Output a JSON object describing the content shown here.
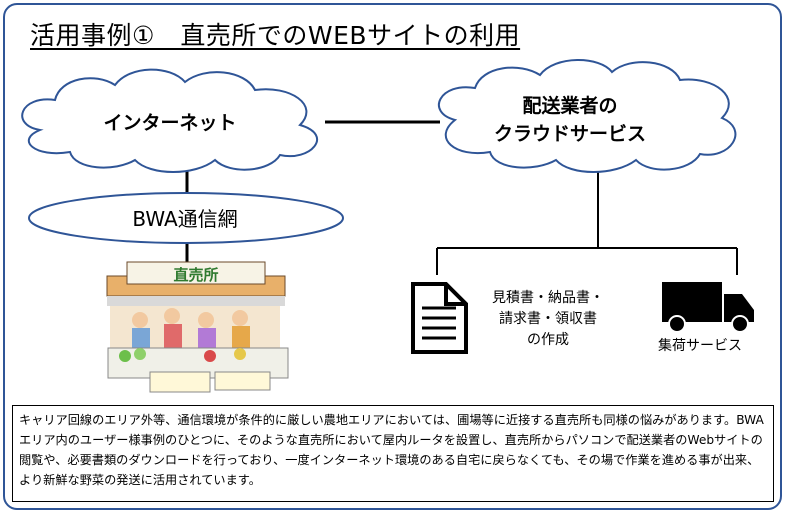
{
  "title": "活用事例①　直売所でのWEBサイトの利用",
  "nodes": {
    "internet": "インターネット",
    "delivery_cloud": "配送業者の\nクラウドサービス",
    "bwa_network": "BWA通信網",
    "shop_sign": "直売所",
    "documents": "見積書・納品書・\n請求書・領収書\nの作成",
    "shipping": "集荷サービス"
  },
  "icons": [
    "cloud-icon",
    "document-icon",
    "truck-icon",
    "shop-illustration"
  ],
  "colors": {
    "frame": "#2f5597",
    "cloud_stroke": "#2f5597",
    "line": "#000000"
  },
  "description": "キャリア回線のエリア外等、通信環境が条件的に厳しい農地エリアにおいては、圃場等に近接する直売所も同様の悩みがあります。BWAエリア内のユーザー様事例のひとつに、そのような直売所において屋内ルータを設置し、直売所からパソコンで配送業者のWebサイトの閲覧や、必要書類のダウンロードを行っており、一度インターネット環境のある自宅に戻らなくても、その場で作業を進める事が出来、より新鮮な野菜の発送に活用されています。"
}
